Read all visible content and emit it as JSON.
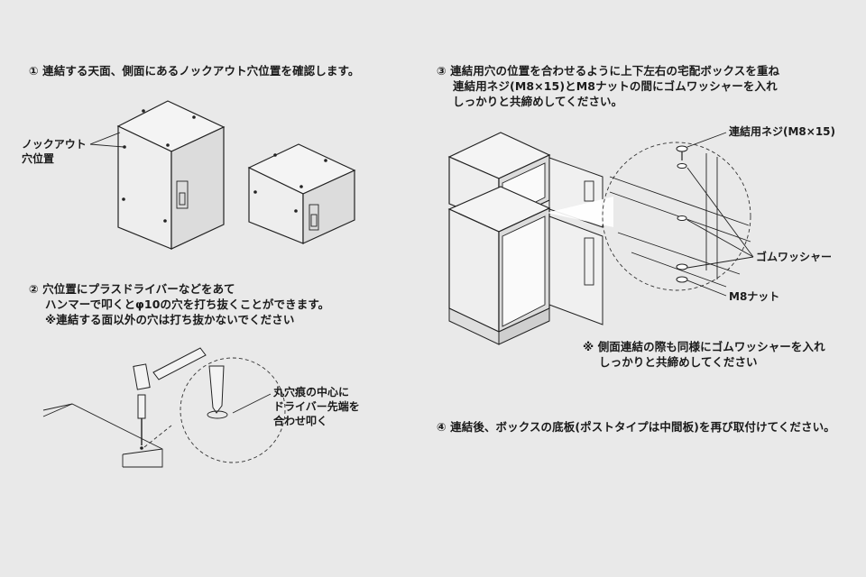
{
  "colors": {
    "background": "#e9e9e9",
    "ink": "#1a1a1a"
  },
  "step1": {
    "text": "① 連結する天面、側面にあるノックアウト穴位置を確認します。"
  },
  "step1_label": {
    "line1": "ノックアウト",
    "line2": "穴位置"
  },
  "step2": {
    "line1": "② 穴位置にプラスドライバーなどをあて",
    "line2": "ハンマーで叩くとφ10の穴を打ち抜くことができます。",
    "line3": "※連結する面以外の穴は打ち抜かないでください"
  },
  "step2_label": {
    "line1": "丸穴痕の中心に",
    "line2": "ドライバー先端を",
    "line3": "合わせ叩く"
  },
  "step3": {
    "line1": "③ 連結用穴の位置を合わせるように上下左右の宅配ボックスを重ね",
    "line2": "連結用ネジ(M8×15)とM8ナットの間にゴムワッシャーを入れ",
    "line3": "しっかりと共締めしてください。"
  },
  "step3_labels": {
    "screw": "連結用ネジ(M8×15)",
    "washer": "ゴムワッシャー",
    "nut": "M8ナット"
  },
  "step3_note": {
    "line1": "※ 側面連結の際も同様にゴムワッシャーを入れ",
    "line2": "しっかりと共締めしてください"
  },
  "step4": {
    "text": "④ 連結後、ボックスの底板(ポストタイプは中間板)を再び取付けてください。"
  }
}
